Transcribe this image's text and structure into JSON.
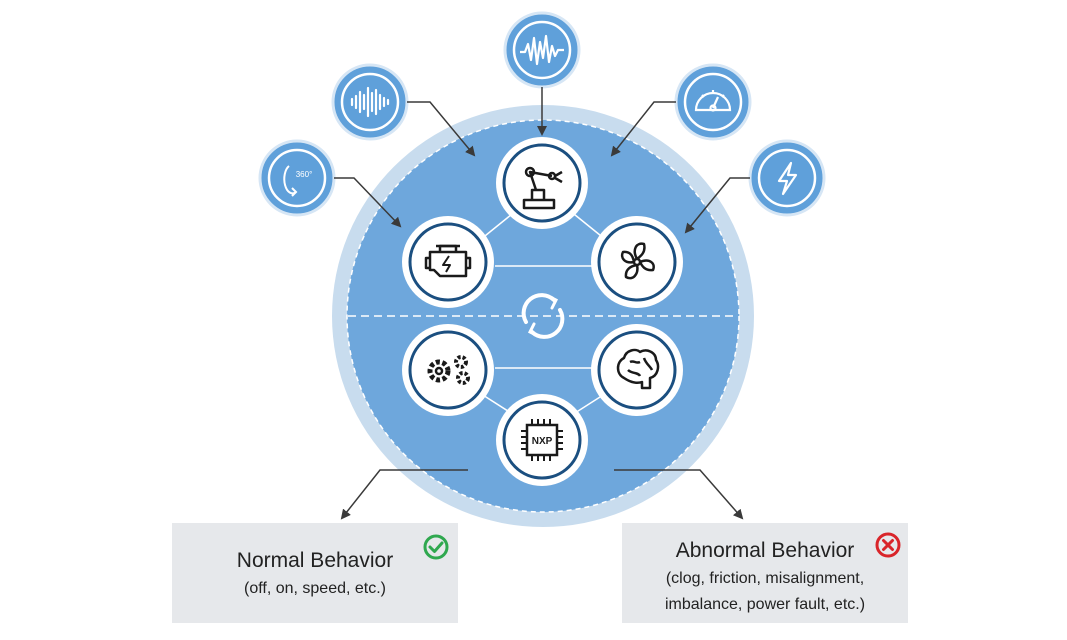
{
  "center": {
    "inner_icons": [
      "robot-arm-icon",
      "engine-icon",
      "fan-icon",
      "gears-icon",
      "brain-icon",
      "nxp-chip-icon"
    ],
    "cycle_icon": "refresh-cycle-icon",
    "chip_label": "NXP"
  },
  "sensors": {
    "icons": [
      "rotation-360-icon",
      "audio-waveform-icon",
      "vibration-wave-icon",
      "gauge-icon",
      "lightning-icon"
    ],
    "rotation_label": "360°"
  },
  "normal": {
    "title": "Normal Behavior",
    "details": "(off, on, speed, etc.)",
    "status_icon": "check-circle-icon"
  },
  "abnormal": {
    "title": "Abnormal Behavior",
    "details_line1": "(clog, friction, misalignment,",
    "details_line2": "imbalance, power fault, etc.)",
    "status_icon": "x-circle-icon"
  },
  "colors": {
    "outer_ring": "#c8dcee",
    "main_circle": "#6ea7dc",
    "sensor_fill": "#5fa0da",
    "icon_ring": "#1b4f80",
    "connector": "#3a3a3a",
    "check_green": "#2fa84f",
    "x_red": "#d9252a",
    "box_bg": "#e6e8eb"
  }
}
